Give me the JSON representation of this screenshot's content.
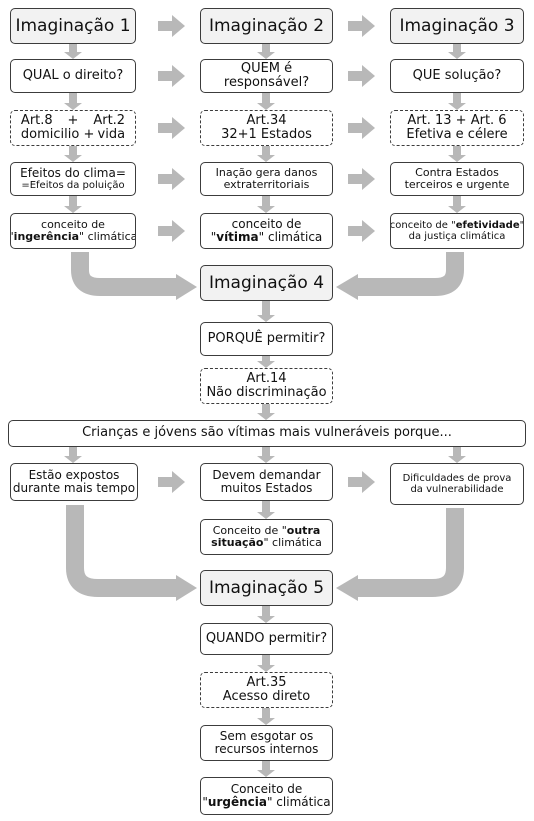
{
  "colors": {
    "arrow": "#b8b8b8",
    "border": "#3c3c3c",
    "header_fill": "#f2f2f2"
  },
  "row1": {
    "im1": "Imaginação 1",
    "im2": "Imaginação 2",
    "im3": "Imaginação 3"
  },
  "row2": {
    "q1": "QUAL o direito?",
    "q2_l1": "QUEM é",
    "q2_l2": "responsável?",
    "q3": "QUE solução?"
  },
  "row3": {
    "a1_l1a": "Art.8",
    "a1_l1b": "+",
    "a1_l1c": "Art.2",
    "a1_l2a": "domicilio +",
    "a1_l2b": "vida",
    "a2_l1": "Art.34",
    "a2_l2": "32+1 Estados",
    "a3_l1": "Art. 13 + Art. 6",
    "a3_l2": "Efetiva e célere"
  },
  "row4": {
    "e1_l1": "Efeitos do clima=",
    "e1_l2": "=Efeitos da poluição",
    "e2_l1": "Inação gera danos",
    "e2_l2": "extraterritoriais",
    "e3_l1": "Contra Estados",
    "e3_l2": "terceiros  e urgente"
  },
  "row5": {
    "c1_l1": "conceito de",
    "c1_q1": "\"",
    "c1_bold": "ingerência",
    "c1_q2": "\" climática",
    "c2_l1": "conceito de",
    "c2_q1": "\"",
    "c2_bold": "vítima",
    "c2_q2": "\" climática",
    "c3_l1a": "conceito de \"",
    "c3_bold": "efetividade",
    "c3_l1b": "\"",
    "c3_l2": "da justiça climática"
  },
  "mid": {
    "im4": "Imaginação 4",
    "porque": "PORQUÊ permitir?",
    "art14_l1": "Art.14",
    "art14_l2": "Não discriminação",
    "banner": "Crianças e jóvens são vítimas mais vulneráveis porque...",
    "r1_l1": "Estão expostos",
    "r1_l2": "durante mais tempo",
    "r2_l1": "Devem demandar",
    "r2_l2": "muitos Estados",
    "r3_l1": "Dificuldades de prova",
    "r3_l2": "da vulnerabilidade",
    "outra_l1a": "Conceito de \"",
    "outra_b1": "outra",
    "outra_b2": "situação",
    "outra_l2b": "\" climática"
  },
  "bottom": {
    "im5": "Imaginação 5",
    "quando": "QUANDO permitir?",
    "art35_l1": "Art.35",
    "art35_l2": "Acesso direto",
    "sem_l1": "Sem esgotar os",
    "sem_l2": "recursos internos",
    "urg_l1": "Conceito de",
    "urg_q1": "\"",
    "urg_bold": "urgência",
    "urg_q2": "\" climática"
  }
}
